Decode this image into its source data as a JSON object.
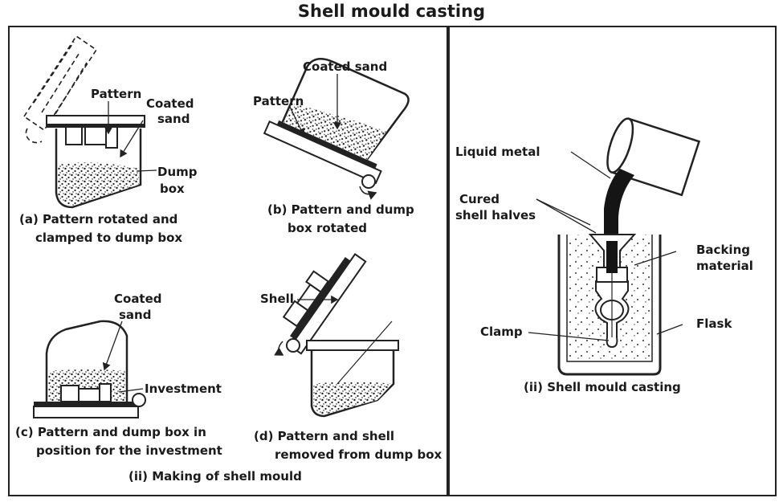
{
  "title": "Shell mould casting",
  "making": {
    "caption": "(ii) Making of shell mould",
    "a": {
      "label_pattern": "Pattern",
      "label_coated_sand_l1": "Coated",
      "label_coated_sand_l2": "sand",
      "label_dump_box_l1": "Dump",
      "label_dump_box_l2": "box",
      "caption_l1": "(a) Pattern rotated and",
      "caption_l2": "clamped to dump box"
    },
    "b": {
      "label_coated_sand": "Coated sand",
      "label_pattern": "Pattern",
      "caption_l1": "(b) Pattern and dump",
      "caption_l2": "box rotated"
    },
    "c": {
      "label_coated_l1": "Coated",
      "label_coated_l2": "sand",
      "label_investment": "Investment",
      "caption_l1": "(c) Pattern and dump box in",
      "caption_l2": "position for the investment"
    },
    "d": {
      "label_shell": "Shell",
      "caption_l1": "(d) Pattern and shell",
      "caption_l2": "removed from dump box"
    }
  },
  "casting": {
    "caption": "(ii) Shell mould casting",
    "label_liquid_metal": "Liquid metal",
    "label_cured_l1": "Cured",
    "label_cured_l2": "shell halves",
    "label_backing_l1": "Backing",
    "label_backing_l2": "material",
    "label_clamp": "Clamp",
    "label_flask": "Flask"
  }
}
